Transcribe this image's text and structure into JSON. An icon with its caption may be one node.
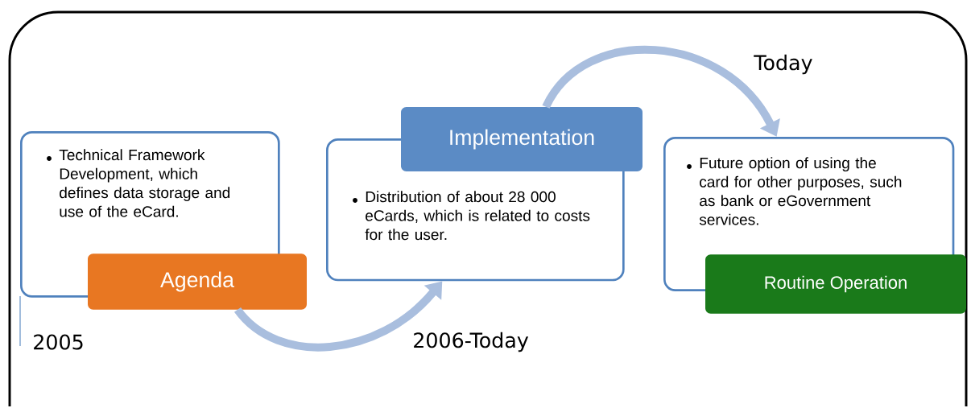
{
  "diagram": {
    "nodes": [
      {
        "text": [
          "Technical Framework Development, which defines data storage and use of the eCard."
        ]
      },
      {
        "text": [
          "Agenda"
        ]
      },
      {
        "text": [
          "Distribution of about 28 000 eCards, which is related to costs for the user."
        ]
      },
      {
        "text": [
          "Implementation"
        ]
      },
      {
        "text": [
          "Future option of using the card for other purposes, such as bank or eGovernment services."
        ]
      },
      {
        "text": [
          "Routine Operation"
        ]
      }
    ],
    "edges": [
      {
        "from": 1,
        "to": 2,
        "arrow": "to"
      },
      {
        "from": 3,
        "to": 4,
        "arrow": "to"
      }
    ],
    "labels": [
      "Today",
      "2005",
      "2006-Today"
    ]
  }
}
